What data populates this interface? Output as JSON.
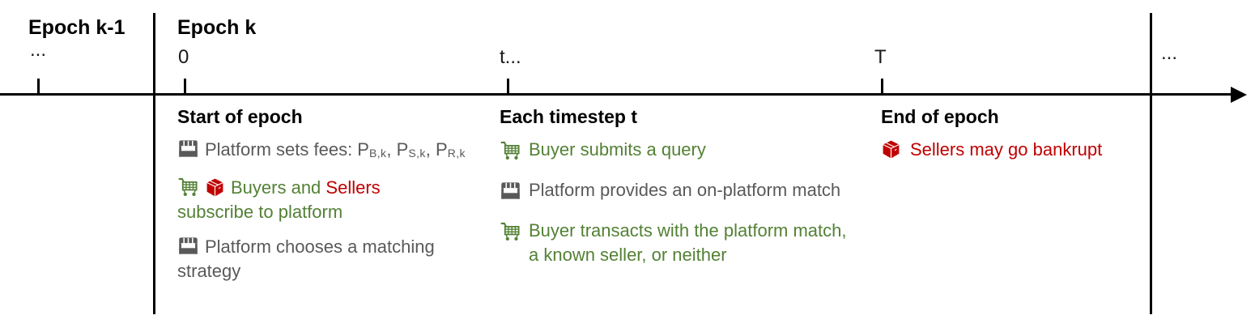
{
  "colors": {
    "gray": "#595959",
    "green": "#538135",
    "red": "#C00000",
    "black": "#000000"
  },
  "timeline": {
    "epoch_prev_label": "Epoch k-1",
    "epoch_current_label": "Epoch k",
    "prev_ellipsis": "...",
    "t0_label": "0",
    "t_label": "t...",
    "T_label": "T",
    "next_ellipsis": "..."
  },
  "columns": [
    {
      "heading": "Start of epoch",
      "items": [
        {
          "icon": "storefront-icon",
          "prefix": "Platform sets fees: ",
          "fees": [
            {
              "base": "P",
              "sub": "B,k",
              "sep": ", "
            },
            {
              "base": "P",
              "sub": "S,k",
              "sep": ", "
            },
            {
              "base": "P",
              "sub": "R,k",
              "sep": ""
            }
          ]
        },
        {
          "icons": [
            "cart-icon",
            "box-icon"
          ],
          "parts": [
            {
              "text": "Buyers and ",
              "color": "green"
            },
            {
              "text": "Sellers",
              "color": "red"
            },
            {
              "text": "subscribe to platform",
              "color": "green"
            }
          ]
        },
        {
          "icon": "storefront-icon",
          "text": "Platform chooses a matching strategy"
        }
      ]
    },
    {
      "heading": "Each timestep t",
      "items": [
        {
          "icon": "cart-icon",
          "text": "Buyer submits a query"
        },
        {
          "icon": "storefront-icon",
          "text": "Platform provides an on-platform match"
        },
        {
          "icon": "cart-icon",
          "text": "Buyer transacts with the platform match, a known seller, or neither"
        }
      ]
    },
    {
      "heading": "End of epoch",
      "items": [
        {
          "icon": "box-icon",
          "text": "Sellers may go bankrupt"
        }
      ]
    }
  ]
}
